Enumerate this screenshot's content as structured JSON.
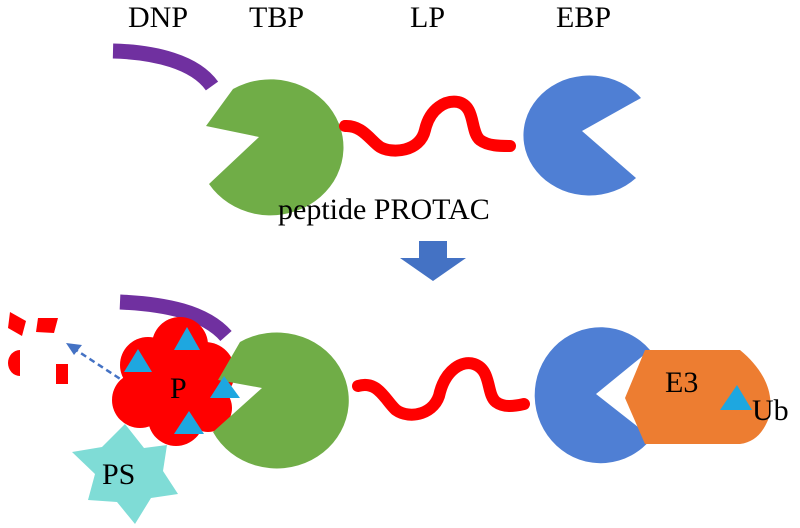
{
  "labels": {
    "dnp": "DNP",
    "tbp": "TBP",
    "lp": "LP",
    "ebp": "EBP",
    "caption": "peptide PROTAC",
    "p": "P",
    "ps": "PS",
    "e3": "E3",
    "ub": "Ub"
  },
  "colors": {
    "dnp": "#7030a0",
    "tbp": "#70ad47",
    "linker": "#ff0000",
    "ebp": "#4f7fd4",
    "arrow": "#4472c4",
    "protein": "#ff0000",
    "ps": "#7fdcd6",
    "e3": "#ed7d31",
    "ub": "#1ea7e0"
  }
}
